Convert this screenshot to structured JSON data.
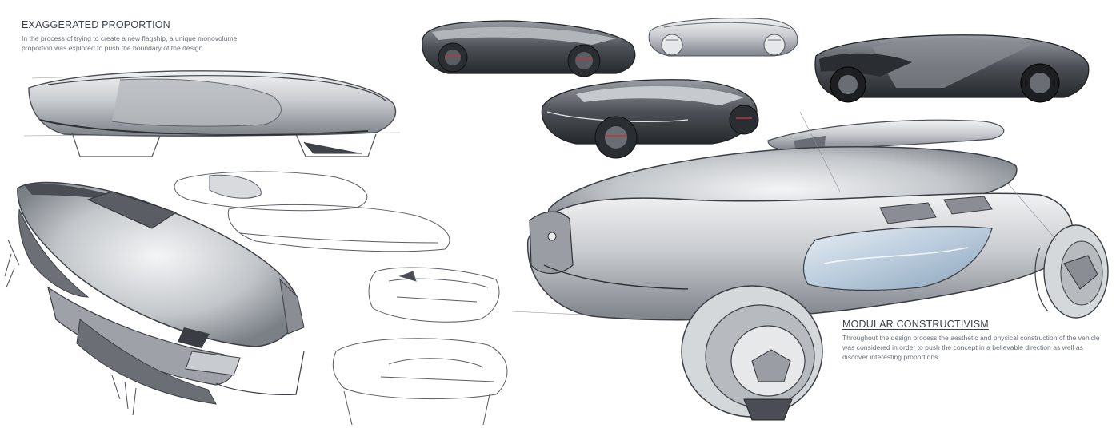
{
  "captions": {
    "proportion": {
      "title": "EXAGGERATED PROPORTION",
      "body": "In the process of trying to create a new flagship, a unique monovolume proportion was explored to push the boundary of the design."
    },
    "modular": {
      "title": "MODULAR CONSTRUCTIVISM",
      "body": "Throughout the design process the aesthetic and physical construction of the vehicle was considered in order to push the concept in a believable direction as well as discover interesting proportions."
    }
  },
  "colors": {
    "background": "#ffffff",
    "body_dark": "#3a3d42",
    "body_mid": "#8d939a",
    "body_light": "#d7dadd",
    "line": "#4a4e54",
    "glass": "#c9d8e6",
    "accent_red": "#c2343a"
  }
}
